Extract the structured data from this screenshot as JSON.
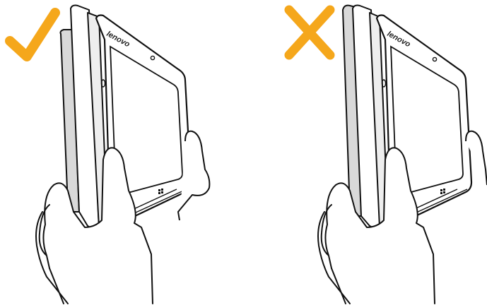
{
  "panels": [
    {
      "mark": "check-mark",
      "mark_color": "#F5A71B",
      "device_brand": "lenovo"
    },
    {
      "mark": "cross-mark",
      "mark_color": "#F5A71B",
      "device_brand": "lenovo"
    }
  ]
}
